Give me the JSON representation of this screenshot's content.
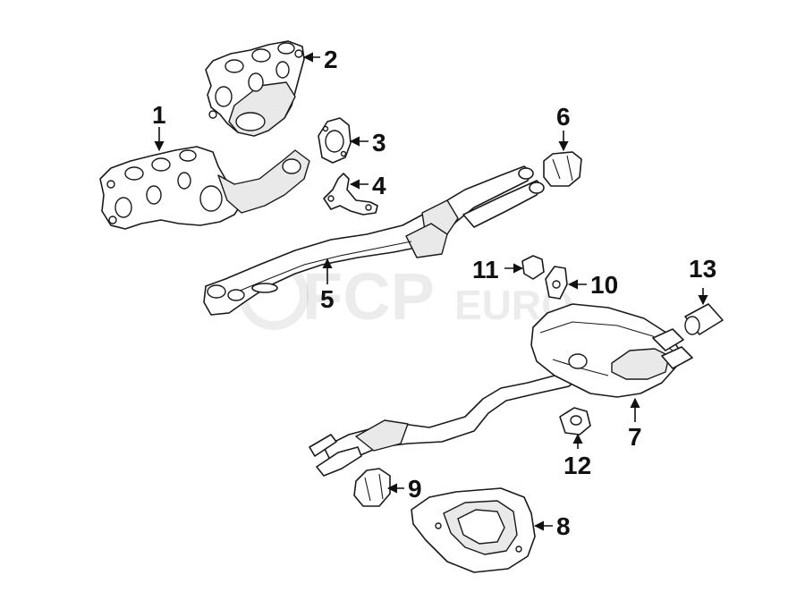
{
  "watermark": {
    "brand_main": "FCP",
    "brand_sub": "EURO"
  },
  "callouts": [
    "1",
    "2",
    "3",
    "4",
    "5",
    "6",
    "7",
    "8",
    "9",
    "10",
    "11",
    "12",
    "13"
  ],
  "colors": {
    "ink": "#1a1a1a",
    "background": "#ffffff"
  }
}
